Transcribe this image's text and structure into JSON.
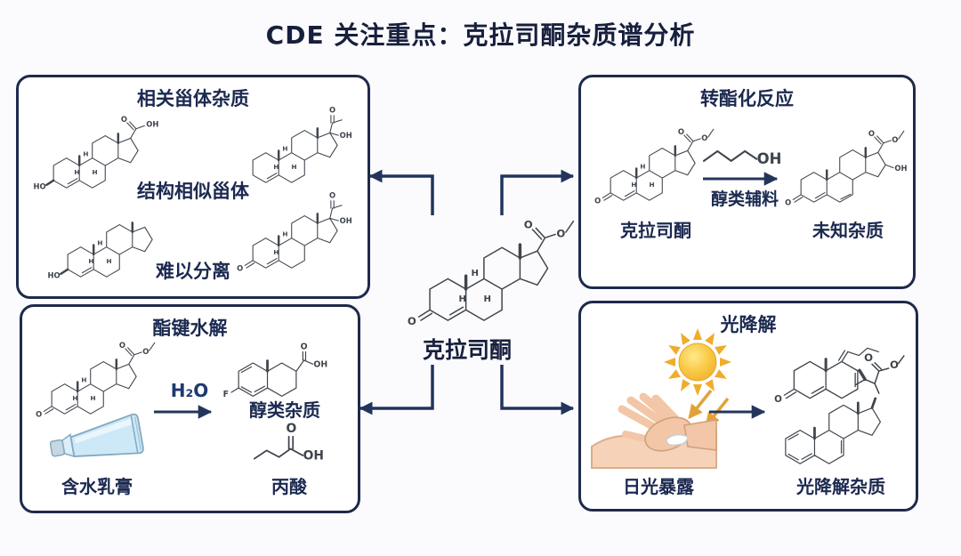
{
  "title": "CDE 关注重点：克拉司酮杂质谱分析",
  "center_label": "克拉司酮",
  "atoms": {
    "O": "O",
    "OH": "OH",
    "HO": "HO",
    "H": "H",
    "F": "F"
  },
  "boxes": {
    "related": {
      "title": "相关甾体杂质",
      "note_similar": "结构相似甾体",
      "note_separate": "难以分离"
    },
    "transester": {
      "title": "转酯化反应",
      "substrate": "克拉司酮",
      "reagent": "醇类辅料",
      "product": "未知杂质"
    },
    "hydrolysis": {
      "title": "酯键水解",
      "reagent": "H₂O",
      "alcohol_product": "醇类杂质",
      "acid_product": "丙酸",
      "cream": "含水乳膏"
    },
    "photo": {
      "title": "光降解",
      "exposure": "日光暴露",
      "product": "光降解杂质"
    }
  }
}
